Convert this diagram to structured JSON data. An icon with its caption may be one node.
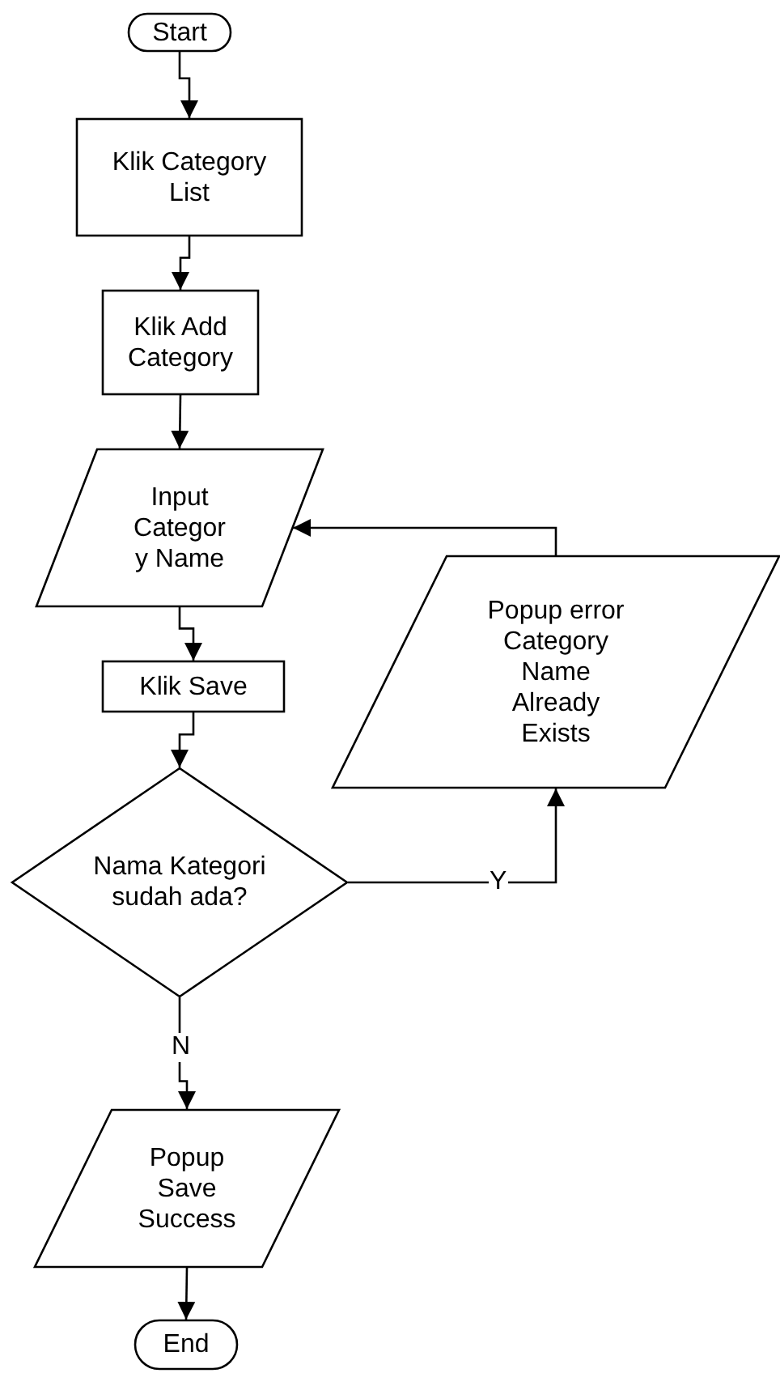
{
  "diagram": {
    "nodes": [
      {
        "text": [
          "Start"
        ]
      },
      {
        "text": [
          "Klik Category List"
        ]
      },
      {
        "text": [
          "Klik Add Category"
        ]
      },
      {
        "text": [
          "Input Categor y Name"
        ]
      },
      {
        "text": [
          "Klik Save"
        ]
      },
      {
        "text": [
          "Nama Kategori sudah ada?"
        ]
      },
      {
        "text": [
          "Popup error Category Name Already Exists"
        ]
      },
      {
        "text": [
          "Popup Save Success"
        ]
      },
      {
        "text": [
          "End"
        ]
      }
    ],
    "edges": [
      {
        "from": 0,
        "to": 1,
        "arrow": "to"
      },
      {
        "from": 1,
        "to": 2,
        "arrow": "to"
      },
      {
        "from": 2,
        "to": 3,
        "arrow": "to"
      },
      {
        "from": 3,
        "to": 4,
        "arrow": "to"
      },
      {
        "from": 4,
        "to": 5,
        "arrow": "to"
      },
      {
        "from": 5,
        "to": 6,
        "label": "Y",
        "arrow": "to"
      },
      {
        "from": 6,
        "to": 3,
        "arrow": "to"
      },
      {
        "from": 5,
        "to": 7,
        "label": "N",
        "arrow": "to"
      },
      {
        "from": 7,
        "to": 8,
        "arrow": "to"
      }
    ]
  }
}
